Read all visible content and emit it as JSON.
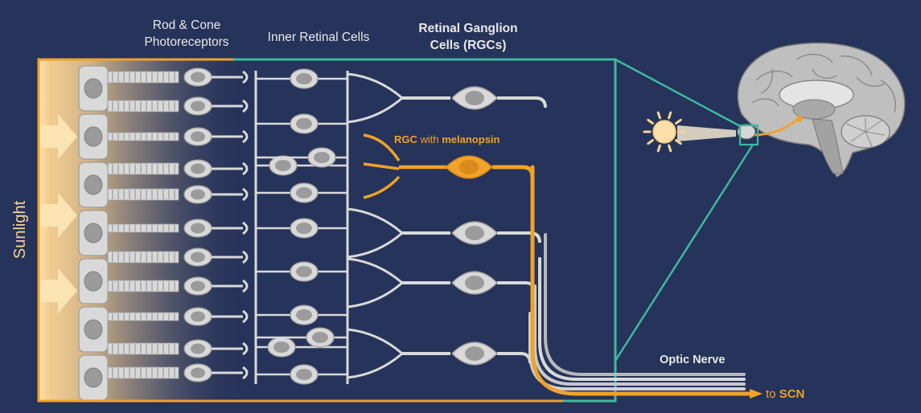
{
  "labels": {
    "photoreceptors": [
      "Rod & Cone",
      "Photoreceptors"
    ],
    "inner_cells": "Inner Retinal Cells",
    "rgc": [
      "Retinal Ganglion",
      "Cells (RGCs)"
    ],
    "sunlight": "Sunlight",
    "rgc_melanopsin_a": "RGC",
    "rgc_melanopsin_b": " with ",
    "rgc_melanopsin_c": "melanopsin",
    "optic_nerve": "Optic Nerve",
    "to": "to ",
    "scn": "SCN"
  },
  "colors": {
    "background": "#26335a",
    "cell_fill": "#d9d9d9",
    "cell_stroke": "#9a9a9a",
    "nucleus": "#9b9b9b",
    "accent": "#f0a229",
    "teal": "#3fb8a0",
    "text": "#e9e9e9",
    "sunlight_text": "#f6d28e"
  },
  "icons": [
    "sun-icon",
    "brain-icon",
    "eye-icon",
    "arrow-right-icon"
  ]
}
